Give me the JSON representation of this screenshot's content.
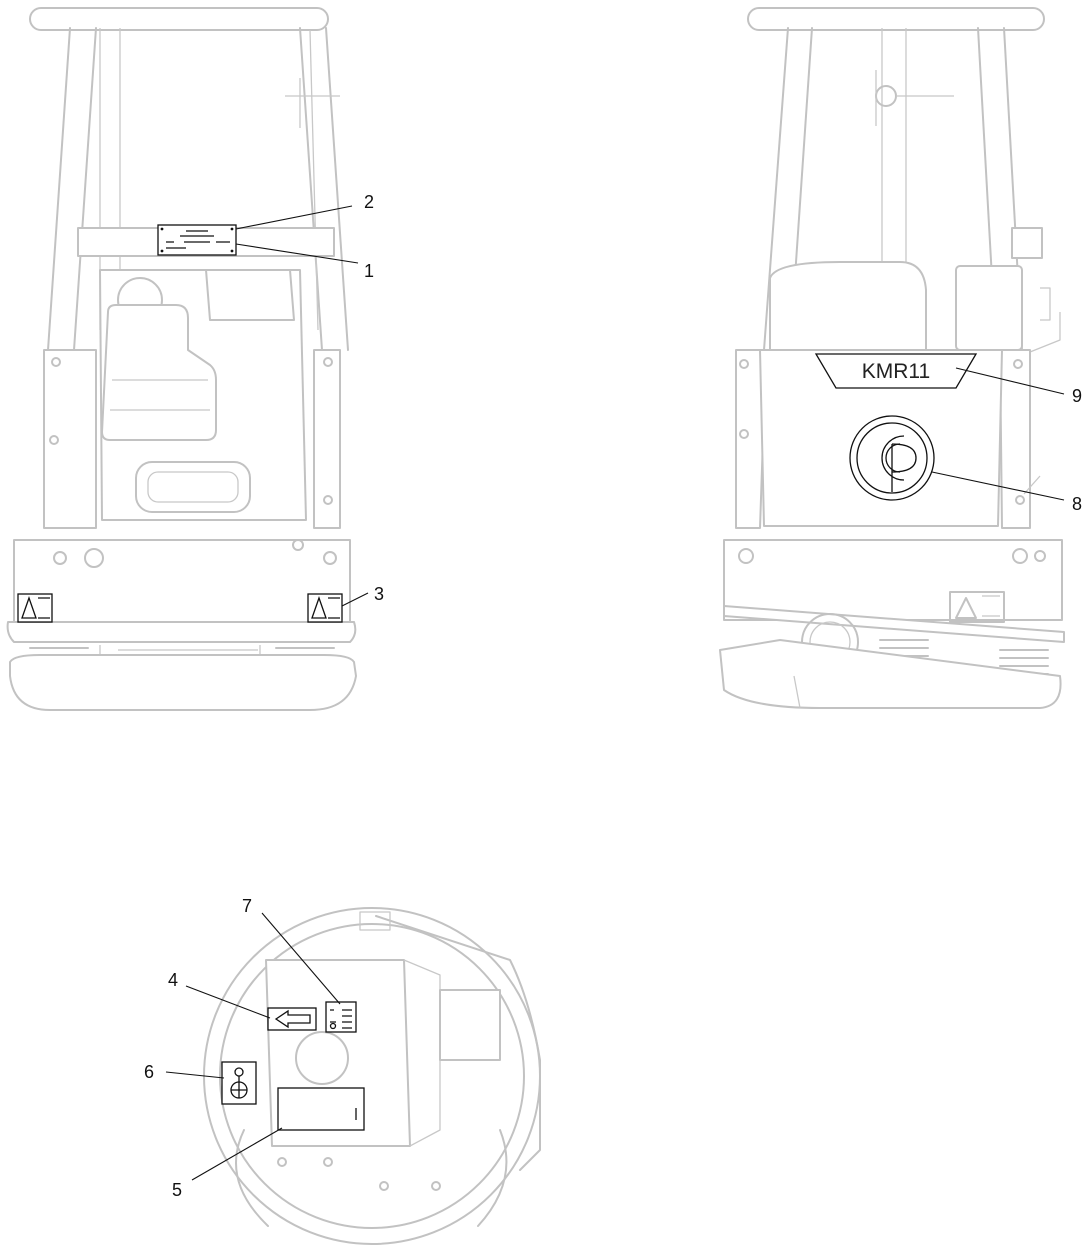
{
  "views": {
    "front": "front-view",
    "rear": "rear-view",
    "top": "top-view"
  },
  "model_plate_text": "KMR11",
  "callouts": [
    {
      "id": "1",
      "label": "1"
    },
    {
      "id": "2",
      "label": "2"
    },
    {
      "id": "3",
      "label": "3"
    },
    {
      "id": "4",
      "label": "4"
    },
    {
      "id": "5",
      "label": "5"
    },
    {
      "id": "6",
      "label": "6"
    },
    {
      "id": "7",
      "label": "7"
    },
    {
      "id": "8",
      "label": "8"
    },
    {
      "id": "9",
      "label": "9"
    }
  ],
  "colors": {
    "outline": "#c2c2c2",
    "decal": "#111111",
    "background": "#ffffff"
  }
}
